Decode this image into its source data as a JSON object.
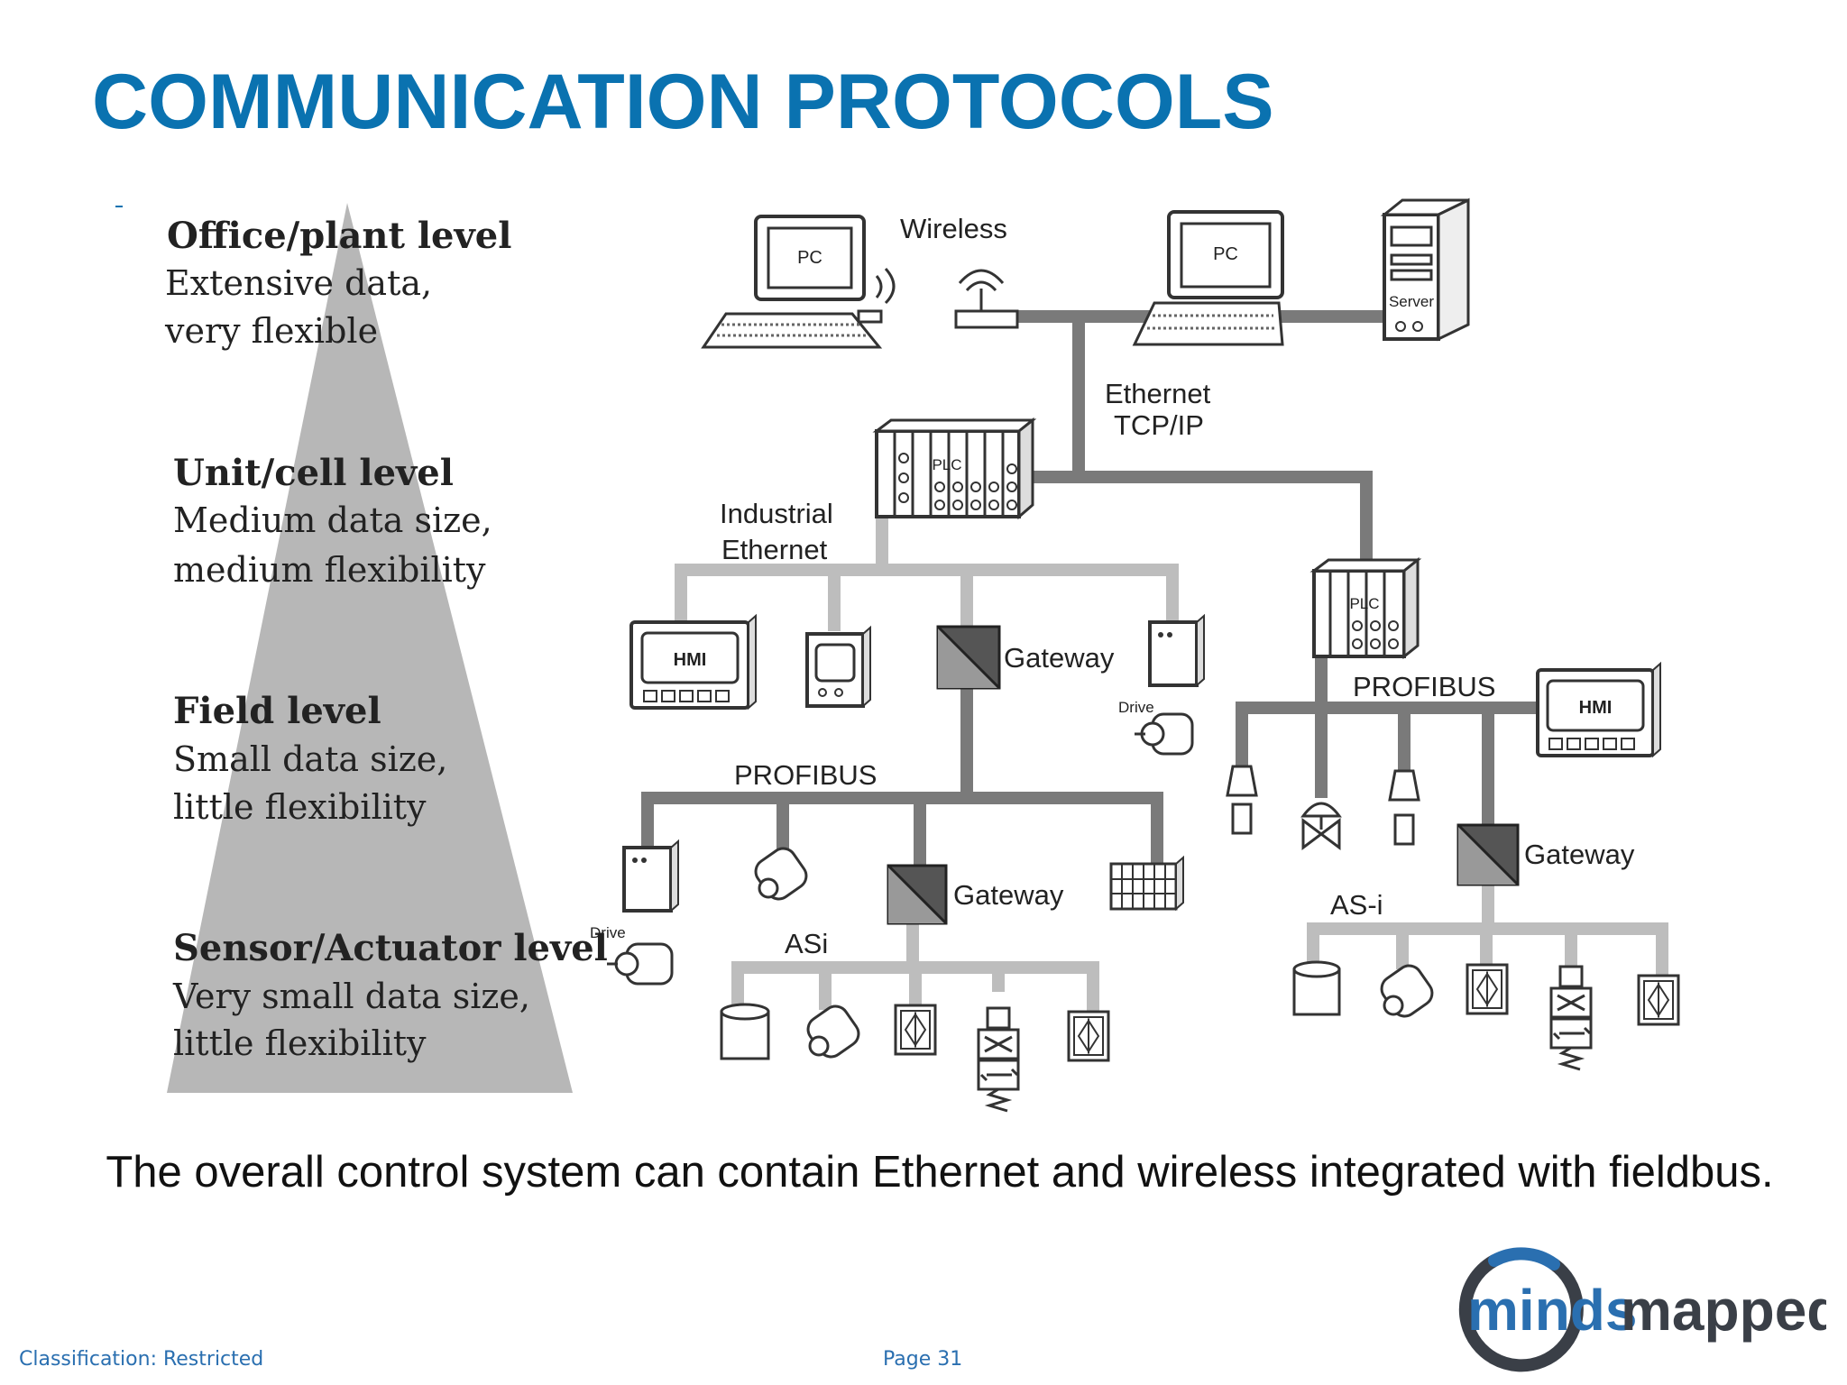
{
  "title": "COMMUNICATION PROTOCOLS",
  "pyramid": {
    "levels": [
      {
        "title": "Office/plant level",
        "line1": "Extensive data,",
        "line2": "very flexible"
      },
      {
        "title": "Unit/cell level",
        "line1": "Medium data size,",
        "line2": "medium flexibility"
      },
      {
        "title": "Field level",
        "line1": "Small data size,",
        "line2": "little flexibility"
      },
      {
        "title": "Sensor/Actuator level",
        "line1": "Very small data size,",
        "line2": "little flexibility"
      }
    ]
  },
  "network": {
    "wireless": "Wireless",
    "pc": "PC",
    "server": "Server",
    "ethernet_line1": "Ethernet",
    "ethernet_line2": "TCP/IP",
    "industrial_line1": "Industrial",
    "industrial_line2": "Ethernet",
    "plc": "PLC",
    "hmi": "HMI",
    "gateway": "Gateway",
    "drive": "Drive",
    "profibus": "PROFIBUS",
    "asi": "ASi",
    "as_i": "AS-i"
  },
  "caption": "The overall control system can contain Ethernet and wireless integrated with fieldbus.",
  "footer": {
    "classification": "Classification: Restricted",
    "page": "Page 31"
  },
  "logo": {
    "text_a": "minds",
    "text_b": "mapped"
  },
  "colors": {
    "title": "#0a72b0",
    "bus_dark": "#7a7a7a",
    "bus_light": "#bdbdbd",
    "pyramid": "#b7b7b7",
    "logo_blue": "#2a6fb0",
    "logo_dark": "#3a3f47"
  }
}
